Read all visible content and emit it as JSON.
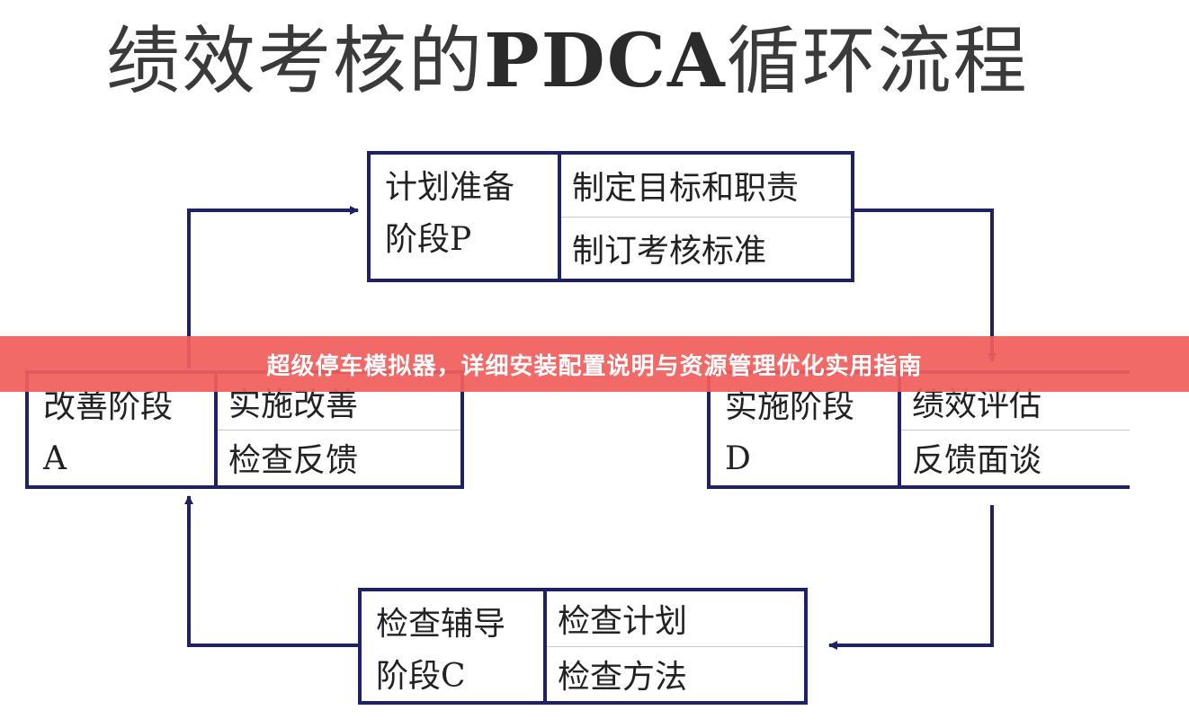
{
  "title": {
    "text": "绩效考核的",
    "latin": "PDCA",
    "suffix": "循环流程"
  },
  "stages": {
    "plan": {
      "name_line1": "计划准备",
      "name_line2": "阶段P",
      "item1": "制定目标和职责",
      "item2": "制订考核标准"
    },
    "do": {
      "name_line1": "实施阶段",
      "name_line2": "D",
      "item1": "绩效评估",
      "item2": "反馈面谈"
    },
    "check": {
      "name_line1": "检查辅导",
      "name_line2": "阶段C",
      "item1": "检查计划",
      "item2": "检查方法"
    },
    "act": {
      "name_line1": "改善阶段",
      "name_line2": "A",
      "item1": "实施改善",
      "item2": "检查反馈"
    }
  },
  "banner": {
    "text": "超级停车模拟器，详细安装配置说明与资源管理优化实用指南"
  },
  "colors": {
    "box_border": "#1f2163",
    "arrow": "#1f2163",
    "banner": "#f15f5c"
  }
}
